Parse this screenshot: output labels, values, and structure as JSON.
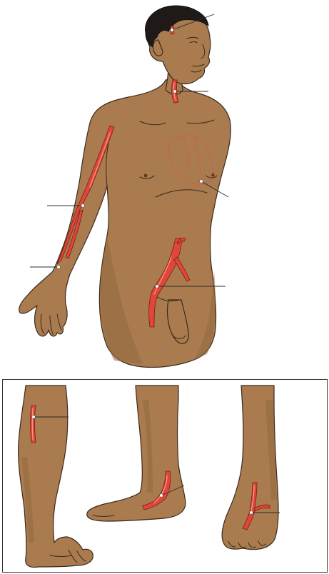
{
  "figure": {
    "upper_panel": {
      "pulse_sites": [
        {
          "id": "temporal"
        },
        {
          "id": "carotid"
        },
        {
          "id": "apical"
        },
        {
          "id": "brachial"
        },
        {
          "id": "radial"
        },
        {
          "id": "femoral"
        }
      ]
    },
    "lower_panel": {
      "pulse_sites": [
        {
          "id": "popliteal"
        },
        {
          "id": "posterior-tibial"
        },
        {
          "id": "dorsalis-pedis"
        }
      ]
    }
  }
}
